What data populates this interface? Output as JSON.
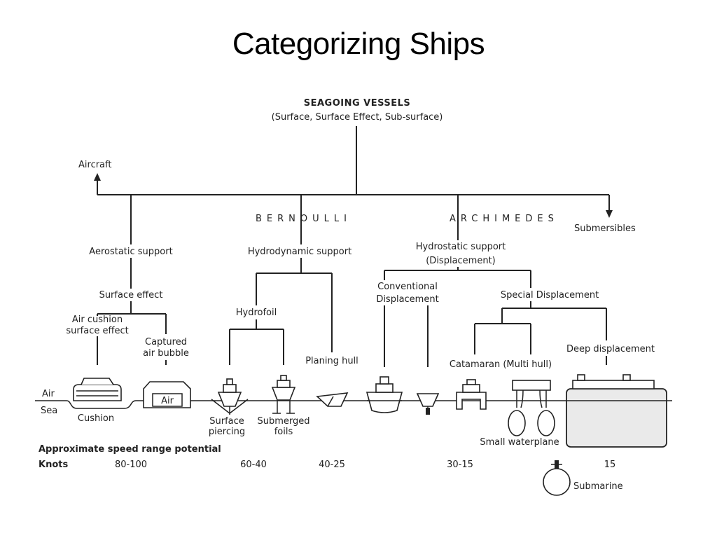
{
  "title": "Categorizing Ships",
  "root": {
    "line1": "SEAGOING VESSELS",
    "line2": "(Surface, Surface Effect, Sub-surface)"
  },
  "aircraft": "Aircraft",
  "submersibles": "Submersibles",
  "bernoulli": "BERNOULLI",
  "archimedes": "ARCHIMEDES",
  "aerostatic": "Aerostatic support",
  "hydrodynamic": "Hydrodynamic support",
  "hydrostatic": {
    "line1": "Hydrostatic support",
    "line2": "(Displacement)"
  },
  "surface_effect": "Surface effect",
  "air_cushion": {
    "line1": "Air cushion",
    "line2": "surface effect"
  },
  "captured": {
    "line1": "Captured",
    "line2": "air bubble"
  },
  "hydrofoil": "Hydrofoil",
  "planing": "Planing hull",
  "conventional": {
    "line1": "Conventional",
    "line2": "Displacement"
  },
  "special": "Special Displacement",
  "catamaran": "Catamaran (Multi hull)",
  "deep": "Deep displacement",
  "air_label": "Air",
  "sea_label": "Sea",
  "cushion": "Cushion",
  "air_in_bubble": "Air",
  "surface_piercing": {
    "line1": "Surface",
    "line2": "piercing"
  },
  "submerged_foils": {
    "line1": "Submerged",
    "line2": "foils"
  },
  "small_waterplane": "Small waterplane",
  "speed_heading": "Approximate speed range potential",
  "knots_label": "Knots",
  "speeds": [
    "80-100",
    "60-40",
    "40-25",
    "30-15",
    "15"
  ],
  "submarine": "Submarine"
}
